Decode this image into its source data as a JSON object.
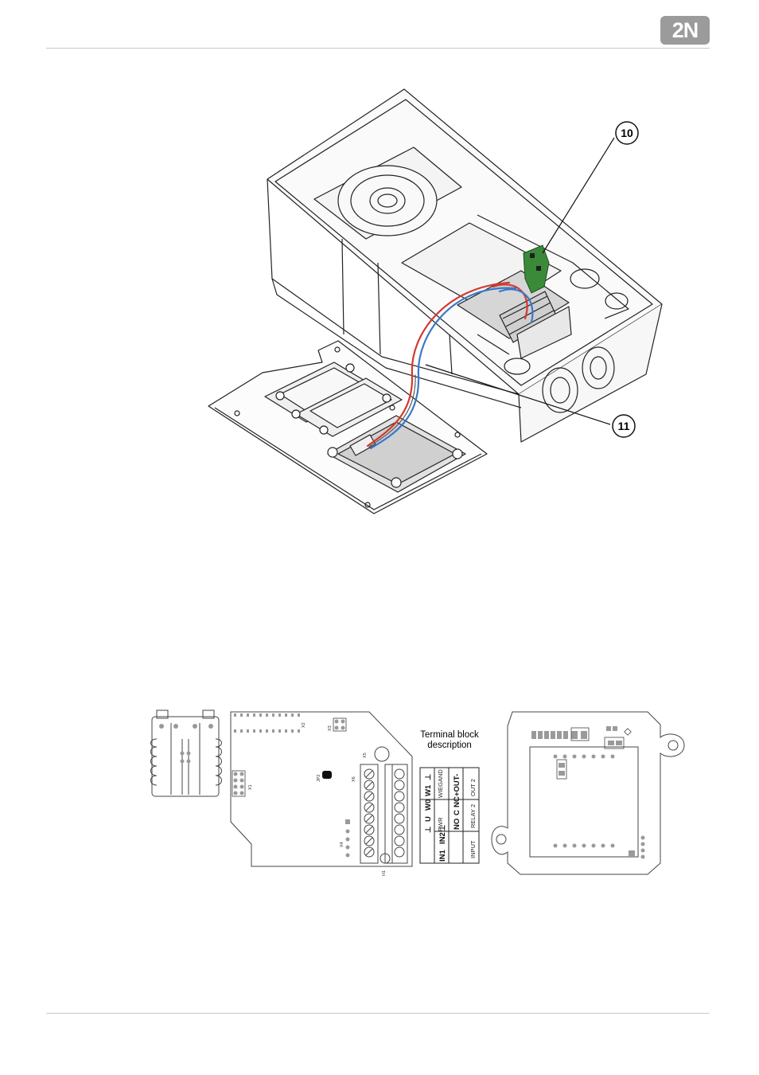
{
  "header": {
    "logo_text": "2N"
  },
  "figure_top": {
    "callouts": [
      {
        "id": "10",
        "label": "10"
      },
      {
        "id": "11",
        "label": "11"
      }
    ]
  },
  "figure_bottom": {
    "terminal_title_line1": "Terminal block",
    "terminal_title_line2": "description",
    "terminal_rows": [
      {
        "pins": [
          "IN1",
          "IN2",
          "⊥"
        ],
        "group": "INPUT"
      },
      {
        "pins": [
          "NO",
          "C",
          "NC"
        ],
        "group": "RELAY 2"
      },
      {
        "pins": [
          "+OUT-"
        ],
        "group": "OUT 2"
      }
    ],
    "left_block": {
      "pins": [
        "⊥",
        "U",
        "W0",
        "W1",
        "⊥"
      ],
      "groups": [
        "PWR",
        "WIEGAND"
      ]
    },
    "pcb_labels": [
      "X2",
      "X3",
      "X5",
      "X1",
      "JP2",
      "X6",
      "X4",
      "H1"
    ]
  },
  "colors": {
    "logo": "#9b9b9b",
    "wire_red": "#d23a2e",
    "wire_blue": "#3a78c8",
    "pcb_green": "#3a8a3a",
    "line": "#222222"
  }
}
